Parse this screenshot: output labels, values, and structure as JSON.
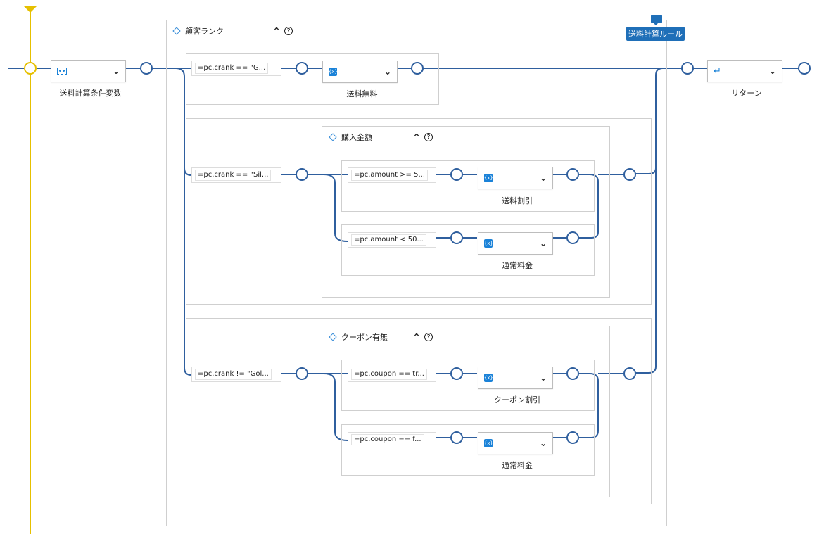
{
  "colors": {
    "wire": "#2f5f9e",
    "timeline": "#e6c000",
    "accent": "#1a82d8",
    "tag_bg": "#1f6fb8",
    "frame_border": "#cfcfcf"
  },
  "tag": {
    "label": "送料計算ルール",
    "icon": "comment-icon"
  },
  "start_node": {
    "label": "送料計算条件変数",
    "icon": "variable-set-icon"
  },
  "return_node": {
    "label": "リターン",
    "icon": "return-arrow-icon"
  },
  "rank_group": {
    "title": "顧客ランク",
    "branches": [
      {
        "condition": "=pc.crank == \"G...",
        "action_label": "送料無料",
        "icon": "variable-icon"
      },
      {
        "condition": "=pc.crank == \"Sil..."
      },
      {
        "condition": "=pc.crank != \"Gol..."
      }
    ]
  },
  "amount_group": {
    "title": "購入金額",
    "branches": [
      {
        "condition": "=pc.amount >= 5...",
        "action_label": "送料割引",
        "icon": "variable-icon"
      },
      {
        "condition": "=pc.amount < 50...",
        "action_label": "通常料金",
        "icon": "variable-icon"
      }
    ]
  },
  "coupon_group": {
    "title": "クーポン有無",
    "branches": [
      {
        "condition": "=pc.coupon == tr...",
        "action_label": "クーポン割引",
        "icon": "variable-icon"
      },
      {
        "condition": "=pc.coupon == f...",
        "action_label": "通常料金",
        "icon": "variable-icon"
      }
    ]
  },
  "icons": {
    "collapse": "chevron-up-icon",
    "help": "help-circle-icon",
    "dropdown": "chevron-down-icon",
    "group": "diamond-icon"
  }
}
